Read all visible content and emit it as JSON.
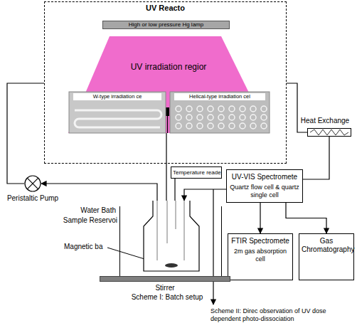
{
  "diagram": {
    "nodes": [
      {
        "text": [
          "UV Reacto"
        ]
      },
      {
        "text": [
          "High or low pressure Hg lamp"
        ],
        "in": 0
      },
      {
        "text": [
          "UV irradiation regior"
        ],
        "in": 0
      },
      {
        "text": [
          "W-type irradiation ce"
        ],
        "in": 0
      },
      {
        "text": [
          "Helical-type irradiation cel"
        ],
        "in": 0
      },
      {
        "text": [
          "Temperature reade"
        ]
      },
      {
        "text": [
          "Heat Exchange"
        ]
      },
      {
        "text": [
          "UV-VIS Spectromete",
          "Quartz flow cell & quartz single cell"
        ]
      },
      {
        "text": [
          "FTIR Spectromete",
          "2m gas absorption cell"
        ]
      },
      {
        "text": [
          "Gas Chromatography"
        ]
      },
      {
        "text": [
          "Peristaltic Pump"
        ]
      },
      {
        "text": [
          "Water Bath"
        ]
      },
      {
        "text": [
          "Sample Reservoi"
        ],
        "in": 11
      },
      {
        "text": [
          "Stirrer"
        ]
      }
    ],
    "edges": [
      {
        "from": 12,
        "to": 10,
        "arrow": "to"
      },
      {
        "from": 10,
        "to": 0,
        "arrow": "none"
      },
      {
        "from": 0,
        "to": 6,
        "arrow": "none"
      },
      {
        "from": 6,
        "to": 7,
        "arrow": "none"
      },
      {
        "from": 7,
        "to": 12,
        "arrow": "to"
      },
      {
        "from": 7,
        "to": 8,
        "arrow": "to"
      },
      {
        "from": 7,
        "to": 9,
        "arrow": "to"
      },
      {
        "from": 5,
        "to": 12,
        "arrow": "none"
      }
    ],
    "labels": [
      "Magnetic ba",
      "Scheme I: Batch setup",
      "Scheme II: Direc observation of UV dose dependent photo-dissociation"
    ]
  }
}
